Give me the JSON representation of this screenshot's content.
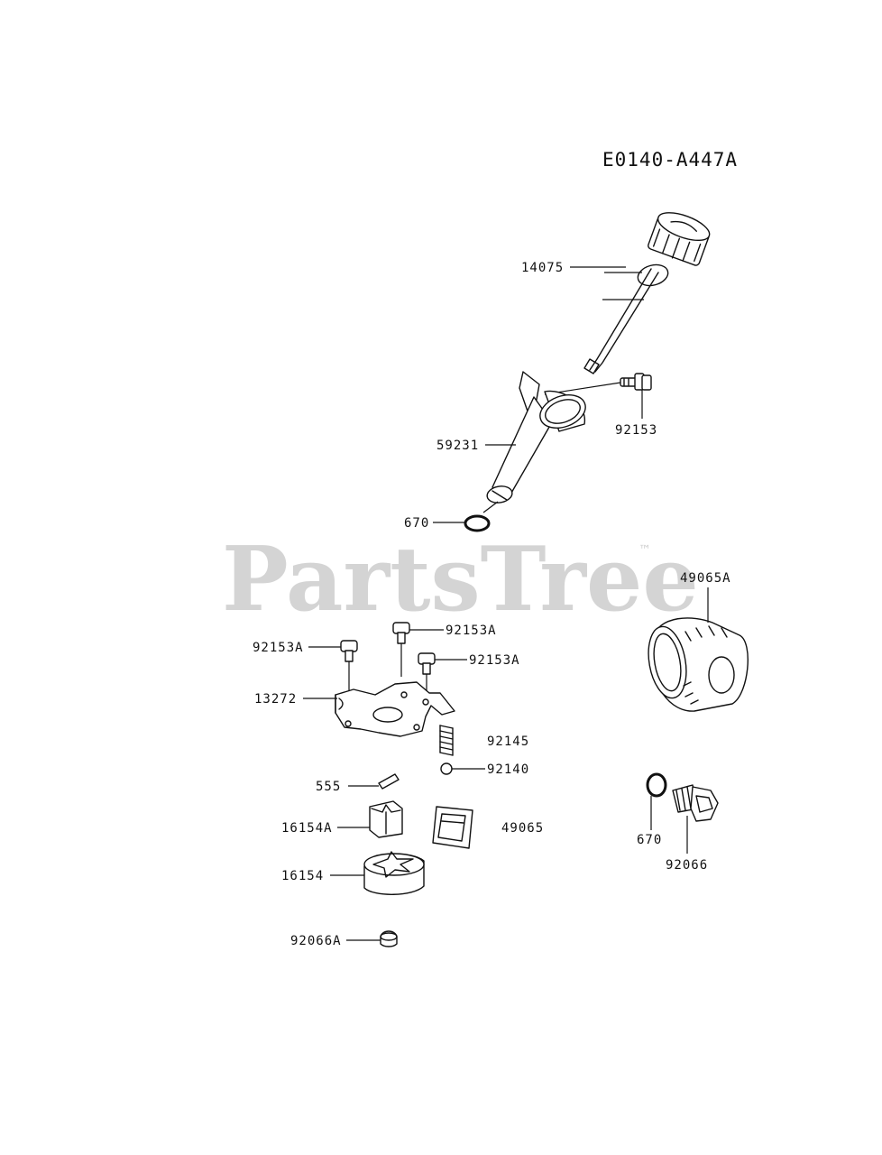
{
  "diagram": {
    "code": "E0140-A447A",
    "watermark": "PartsTree",
    "watermark_mark": "™"
  },
  "labels": {
    "l14075": "14075",
    "l92153": "92153",
    "l59231": "59231",
    "l670_top": "670",
    "l49065A": "49065A",
    "l92153A_1": "92153A",
    "l92153A_2": "92153A",
    "l92153A_3": "92153A",
    "l13272": "13272",
    "l92145": "92145",
    "l92140": "92140",
    "l555": "555",
    "l16154A": "16154A",
    "l49065": "49065",
    "l670_bottom": "670",
    "l92066": "92066",
    "l16154": "16154",
    "l92066A": "92066A"
  }
}
